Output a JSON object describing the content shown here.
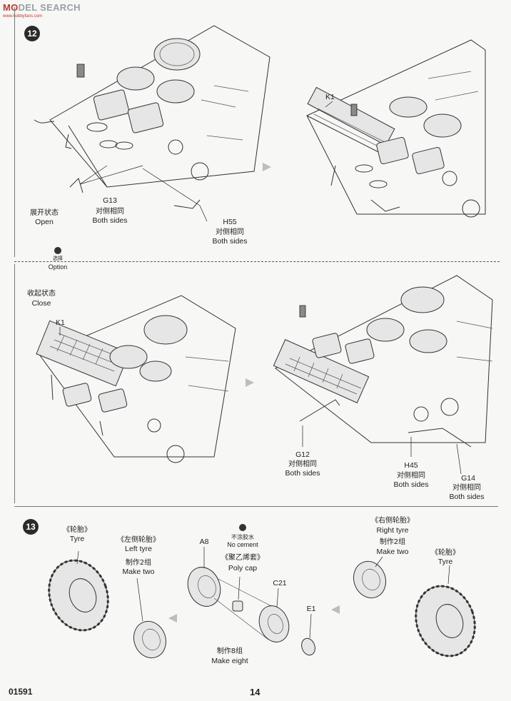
{
  "watermark": {
    "brand_a": "MO",
    "brand_b": "DEL SEARCH",
    "sub": "www.hobbyfans.com"
  },
  "steps": {
    "s12": {
      "number": "12"
    },
    "s13": {
      "number": "13"
    }
  },
  "step12_open": {
    "state_cn": "展开状态",
    "state_en": "Open",
    "parts": {
      "k1": "K1",
      "g13": {
        "code": "G13",
        "cn": "对侧相同",
        "en": "Both sides"
      },
      "h55": {
        "code": "H55",
        "cn": "对侧相同",
        "en": "Both sides"
      }
    }
  },
  "option": {
    "cn": "选择",
    "en": "Option"
  },
  "step12_close": {
    "state_cn": "收起状态",
    "state_en": "Close",
    "parts": {
      "k1": "K1",
      "g12": {
        "code": "G12",
        "cn": "对侧相同",
        "en": "Both sides"
      },
      "h45": {
        "code": "H45",
        "cn": "对侧相同",
        "en": "Both sides"
      },
      "g14": {
        "code": "G14",
        "cn": "对侧相同",
        "en": "Both sides"
      }
    }
  },
  "step13": {
    "tyre_left_cn": "《轮胎》",
    "tyre_left_en": "Tyre",
    "left_tyre_cn": "《左侧轮胎》",
    "left_tyre_en": "Left  tyre",
    "make_two_cn_1": "制作2组",
    "make_two_en_1": "Make two",
    "a8": "A8",
    "no_cement_cn": "不涂胶水",
    "no_cement_en": "No cement",
    "poly_cap_cn": "《聚乙烯套》",
    "poly_cap_en": "Poly cap",
    "c21": "C21",
    "e1": "E1",
    "make_eight_cn": "制作8组",
    "make_eight_en": "Make eight",
    "right_tyre_cn": "《右侧轮胎》",
    "right_tyre_en": "Right tyre",
    "make_two_cn_2": "制作2组",
    "make_two_en_2": "Make two",
    "tyre_right_cn": "《轮胎》",
    "tyre_right_en": "Tyre"
  },
  "footer": {
    "catalog": "01591",
    "page": "14"
  }
}
